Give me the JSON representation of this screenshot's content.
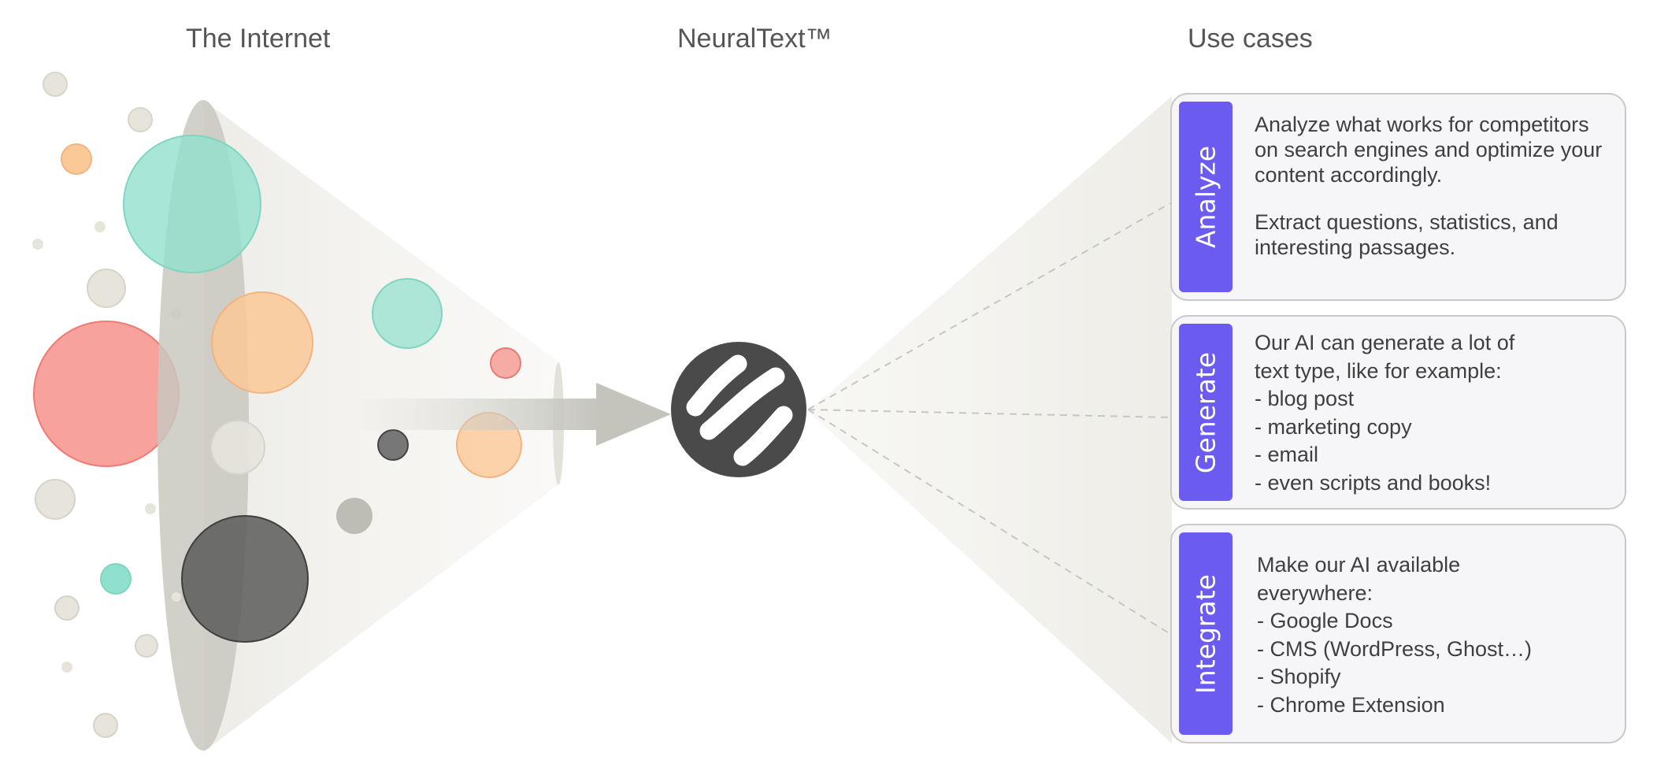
{
  "headings": {
    "internet": "The Internet",
    "neuraltext": "NeuralText™",
    "use_cases": "Use cases"
  },
  "cards": {
    "analyze": {
      "label": "Analyze",
      "paragraph1": "Analyze what works for competitors on search engines and optimize your content accordingly.",
      "paragraph2": "Extract questions, statistics, and interesting passages."
    },
    "generate": {
      "label": "Generate",
      "lines": [
        "Our AI can generate a lot of",
        "text type, like for example:",
        "- blog post",
        "- marketing copy",
        "- email",
        "- even scripts and books!"
      ]
    },
    "integrate": {
      "label": "Integrate",
      "lines": [
        "Make our AI available",
        "everywhere:",
        "- Google Docs",
        "- CMS (WordPress, Ghost…)",
        "- Shopify",
        "- Chrome Extension"
      ]
    }
  },
  "colors": {
    "accent_purple": "#6b5bf0",
    "mint": "#8fe0cc",
    "peach": "#fbc897",
    "coral": "#f58b83",
    "dark_gray": "#5b5b5b",
    "beige": "#e6e4db",
    "logo": "#4a4a4a"
  },
  "icons": {
    "logo": "neuraltext-logo-icon",
    "arrow": "right-arrow-icon"
  }
}
